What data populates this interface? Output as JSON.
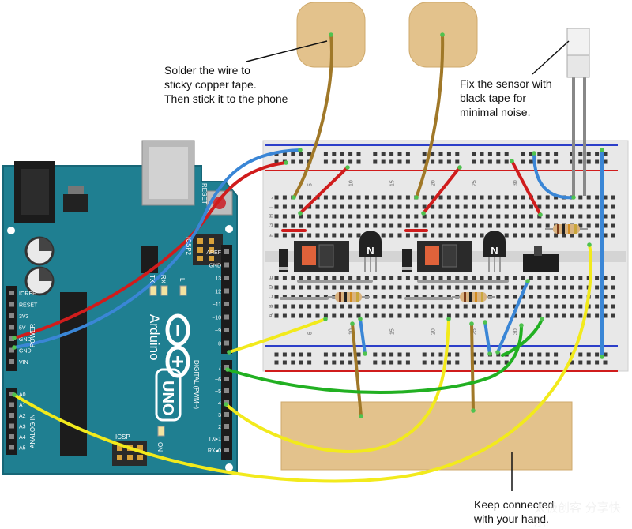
{
  "annotations": {
    "solder_note": "Solder the wire to\nsticky copper tape.\nThen stick it to the phone",
    "sensor_note": "Fix the sensor with\nblack tape for\nminimal noise.",
    "hand_note": "Keep connected\nwith your hand.",
    "watermark": "太极创客 分享快乐"
  },
  "arduino": {
    "brand": "Arduino",
    "model": "UNO",
    "on_label": "ON",
    "icsp2": "ICSP2",
    "icsp": "ICSP",
    "reset": "RESET",
    "tx": "TX",
    "rx": "RX",
    "l": "L",
    "digital_header": "DIGITAL (PWM~)",
    "power_header": "POWER",
    "analog_header": "ANALOG IN",
    "power_pins": [
      "IOREF",
      "RESET",
      "3V3",
      "5V",
      "GND",
      "GND",
      "VIN"
    ],
    "analog_pins": [
      "A0",
      "A1",
      "A2",
      "A3",
      "A4",
      "A5"
    ],
    "digital_pins_top": [
      "AREF",
      "GND",
      "13",
      "12",
      "~11",
      "~10",
      "~9",
      "8"
    ],
    "digital_pins_bottom": [
      "7",
      "~6",
      "~5",
      "4",
      "~3",
      "2",
      "TX▸1",
      "RX◂0"
    ]
  },
  "breadboard": {
    "column_numbers": [
      "5",
      "10",
      "15",
      "20",
      "25",
      "30"
    ],
    "row_letters_top": [
      "J",
      "I",
      "H",
      "G",
      "F"
    ],
    "row_letters_bottom": [
      "E",
      "D",
      "C",
      "B",
      "A"
    ],
    "transistor_label": "N"
  },
  "colors": {
    "board": "#1f7f91",
    "board_dark": "#17606e",
    "breadboard": "#e6e6e6",
    "copper_pad": "#e3c28c",
    "red_wire": "#d01c1c",
    "blue_wire": "#3a86d6",
    "yellow_wire": "#f2ea1c",
    "green_wire": "#22b022",
    "brown_wire": "#a07828"
  }
}
